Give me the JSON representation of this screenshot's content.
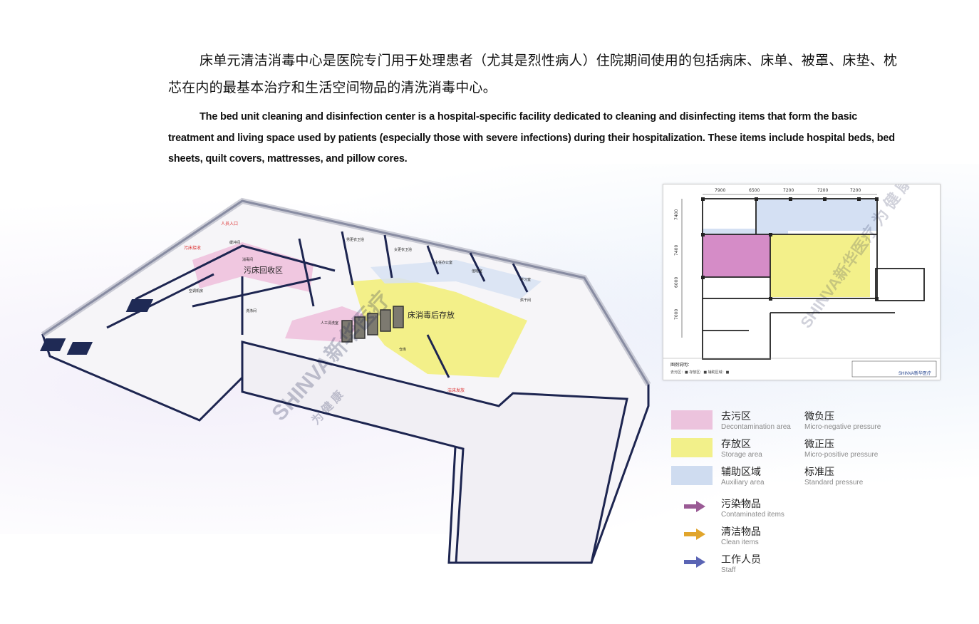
{
  "intro": {
    "cn": "床单元清洁消毒中心是医院专门用于处理患者（尤其是烈性病人）住院期间使用的包括病床、床单、被罩、床垫、枕芯在内的最基本治疗和生活空间物品的清洗消毒中心。",
    "en": "The bed unit cleaning and disinfection center is a hospital-specific facility dedicated to cleaning and disinfecting items that form the basic treatment and living space used by patients (especially those with severe infections) during their hospitalization. These items include hospital beds, bed sheets, quilt covers, mattresses, and pillow cores."
  },
  "plan3d": {
    "labels": {
      "dirty_bed_area": "污床回收区",
      "clean_store": "床消毒后存放",
      "entrance": "人员入口",
      "dirty_entry": "污床接收",
      "clean_exit": "洁床发放",
      "room_buffer": "缓冲间",
      "room_disinfect": "消毒间",
      "room_ac": "空调机房",
      "room_manual": "人工清洗室",
      "room_male": "男更衣卫浴",
      "room_female": "女更衣卫浴",
      "room_office": "主任办公室",
      "room_store": "仓库",
      "room_meeting": "值班室",
      "room_study": "学习室",
      "room_wash": "洗涤间",
      "room_dryer": "烘干间"
    },
    "watermark": {
      "brand": "SHINVA新华医疗",
      "tag": "为 健 康"
    }
  },
  "floorplan": {
    "dims_top": [
      "7900",
      "6500",
      "7200",
      "7200",
      "7200"
    ],
    "dims_left": [
      "7400",
      "7400",
      "6000",
      "7000"
    ],
    "legend_title": "图例说明：",
    "legend_row": "去污区：■  存放区：■  辅助区域：■",
    "watermark": "SHINVA新华医疗 为 健 康",
    "title_block": "SHINVA新华医疗"
  },
  "legend": {
    "zones": [
      {
        "cn": "去污区",
        "en": "Decontamination area",
        "pcn": "微负压",
        "pen": "Micro-negative pressure",
        "color": "#ecc3dd"
      },
      {
        "cn": "存放区",
        "en": "Storage area",
        "pcn": "微正压",
        "pen": "Micro-positive pressure",
        "color": "#f2f08a"
      },
      {
        "cn": "辅助区域",
        "en": "Auxiliary area",
        "pcn": "标准压",
        "pen": "Standard pressure",
        "color": "#cfdcf0"
      }
    ],
    "flows": [
      {
        "cn": "污染物品",
        "en": "Contaminated items",
        "color": "#9a5a95"
      },
      {
        "cn": "清洁物品",
        "en": "Clean items",
        "color": "#e1a52b"
      },
      {
        "cn": "工作人员",
        "en": "Staff",
        "color": "#5a64b4"
      }
    ]
  }
}
